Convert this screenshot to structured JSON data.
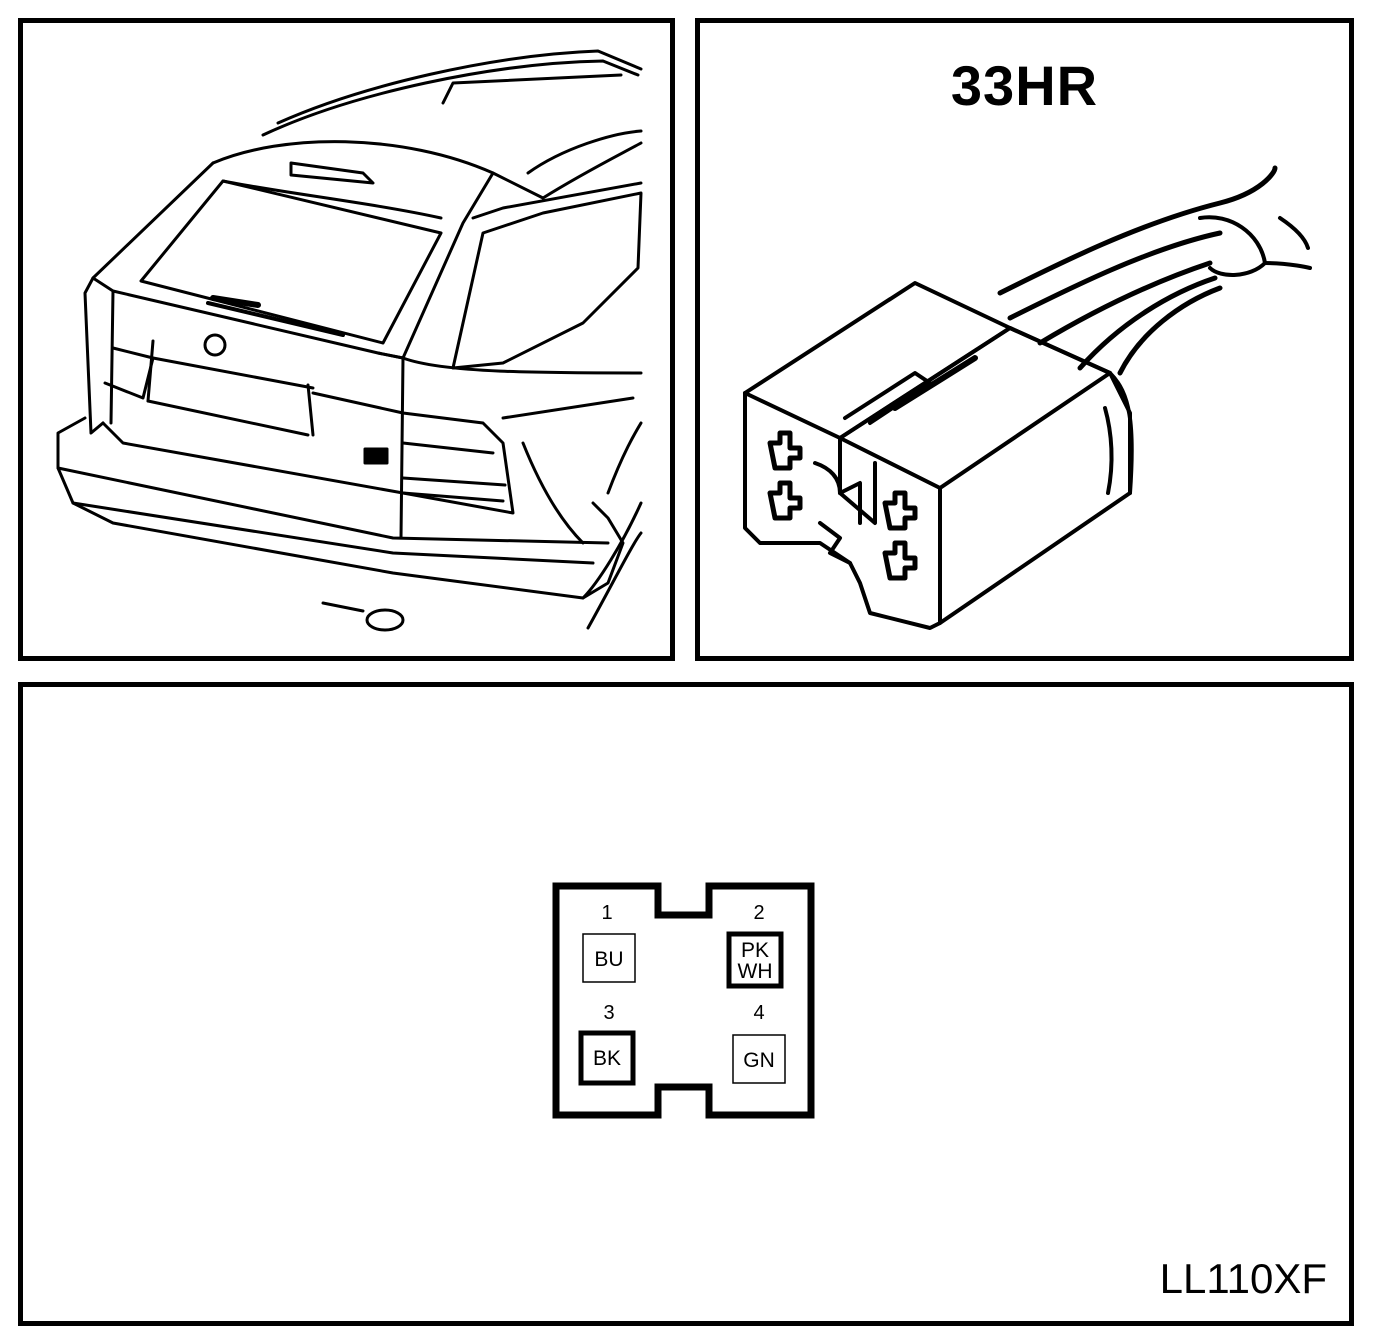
{
  "connector": {
    "title": "33HR"
  },
  "figure_code": "LL110XF",
  "pins": [
    {
      "number": "1",
      "wire": [
        "BU"
      ],
      "highlight": false
    },
    {
      "number": "2",
      "wire": [
        "PK",
        "WH"
      ],
      "highlight": true
    },
    {
      "number": "3",
      "wire": [
        "BK"
      ],
      "highlight": true
    },
    {
      "number": "4",
      "wire": [
        "GN"
      ],
      "highlight": false
    }
  ],
  "colors": {
    "line": "#000000",
    "background": "#ffffff"
  }
}
